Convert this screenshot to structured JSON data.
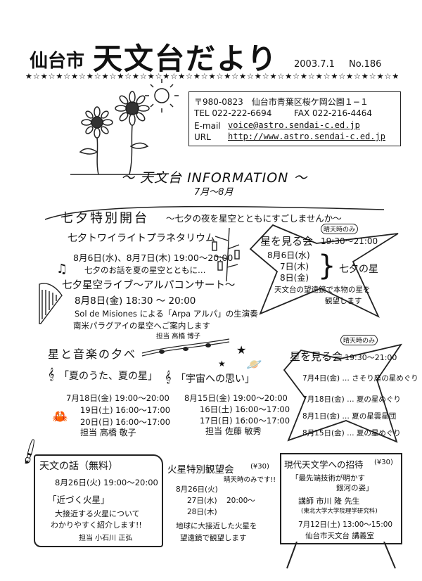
{
  "header": {
    "city": "仙台市",
    "title": "天文台だより",
    "date": "2003.7.1",
    "issue": "No.186",
    "star_row": "★☆★☆★☆★☆★☆★☆★☆★☆★☆★☆★☆★☆★☆★☆★☆★☆★☆★☆★☆★☆★☆★☆★☆★☆★☆★☆★☆★☆★☆★"
  },
  "contact": {
    "address": "〒980-0823　仙台市青葉区桜ケ岡公園１−１",
    "tel": "TEL 022-222-6694",
    "fax": "FAX 022-216-4464",
    "email_label": "E-mail",
    "email": "voice@astro.sendai-c.ed.jp",
    "url_label": "URL",
    "url": "http://www.astro.sendai-c.ed.jp"
  },
  "info": {
    "heading": "〜 天文台 INFORMATION 〜",
    "period": "7月〜8月"
  },
  "tanabata": {
    "title": "七夕特別開台",
    "subtitle": "〜七夕の夜を星空とともにすごしませんか〜",
    "planetarium_title": "七夕トワイライトプラネタリウム",
    "planetarium_dates": "8月6日(水)、8月7日(木) 19:00〜20:00",
    "planetarium_desc": "七夕のお話を夏の星空とともに…",
    "live_title": "七夕星空ライブ〜アルパコンサート〜",
    "live_date": "8月8日(金) 18:30 〜 20:00",
    "live_desc1": "Sol de Misiones による「Arpa アルパ」の生演奏",
    "live_desc2": "南米パラグアイの星空へご案内します",
    "live_staff": "担当 高橋 博子"
  },
  "stargazing_tanabata": {
    "badge": "晴天時のみ",
    "title": "星を見る会",
    "time": "19:30〜21:00",
    "date1": "8月6日(水)",
    "date2": "7日(木)",
    "date3": "8日(金)",
    "theme": "七夕の星",
    "desc1": "天文台の望遠鏡で本物の星を",
    "desc2": "観望します"
  },
  "music": {
    "title": "星と音楽の夕べ",
    "prog1_title": "「夏のうた、夏の星」",
    "prog1_d1": "7月18日(金) 19:00〜20:00",
    "prog1_d2": "19日(土) 16:00〜17:00",
    "prog1_d3": "20日(日) 16:00〜17:00",
    "prog1_staff": "担当 高橋 敬子",
    "prog2_title": "「宇宙への思い」",
    "prog2_d1": "8月15日(金) 19:00〜20:00",
    "prog2_d2": "16日(土) 16:00〜17:00",
    "prog2_d3": "17日(日) 16:00〜17:00",
    "prog2_staff": "担当 佐藤 敏秀"
  },
  "stargazing_summer": {
    "badge": "晴天時のみ",
    "title": "星を見る会",
    "time": "19:30〜21:00",
    "row1": "7月4日(金) … さそり座の星めぐり",
    "row2": "7月18日(金) … 夏の星めぐり",
    "row3": "8月1日(金) … 夏の星雲星団",
    "row4": "8月15日(金) … 夏の星めぐり"
  },
  "lecture": {
    "title": "天文の話（無料）",
    "date": "8月26日(火) 19:00〜20:00",
    "topic": "「近づく火星」",
    "desc1": "大接近する火星について",
    "desc2": "わかりやすく紹介します!!",
    "staff": "担当 小石川 正弘"
  },
  "mars": {
    "title": "火星特別観望会",
    "fee": "(¥30)",
    "note": "晴天時のみです!!",
    "d1": "8月26日(火)",
    "d2": "27日(水)",
    "time": "20:00〜",
    "d3": "28日(木)",
    "desc1": "地球に大接近した火星を",
    "desc2": "望遠鏡で観望します"
  },
  "modern": {
    "title": "現代天文学への招待",
    "fee": "(¥30)",
    "topic1": "「最先端技術が明かす",
    "topic2": "銀河の姿」",
    "lecturer": "講師 市川 隆 先生",
    "affiliation": "(東北大学大学院理学研究科)",
    "date": "7月12日(土) 13:00〜15:00",
    "venue": "仙台市天文台 講義室"
  }
}
